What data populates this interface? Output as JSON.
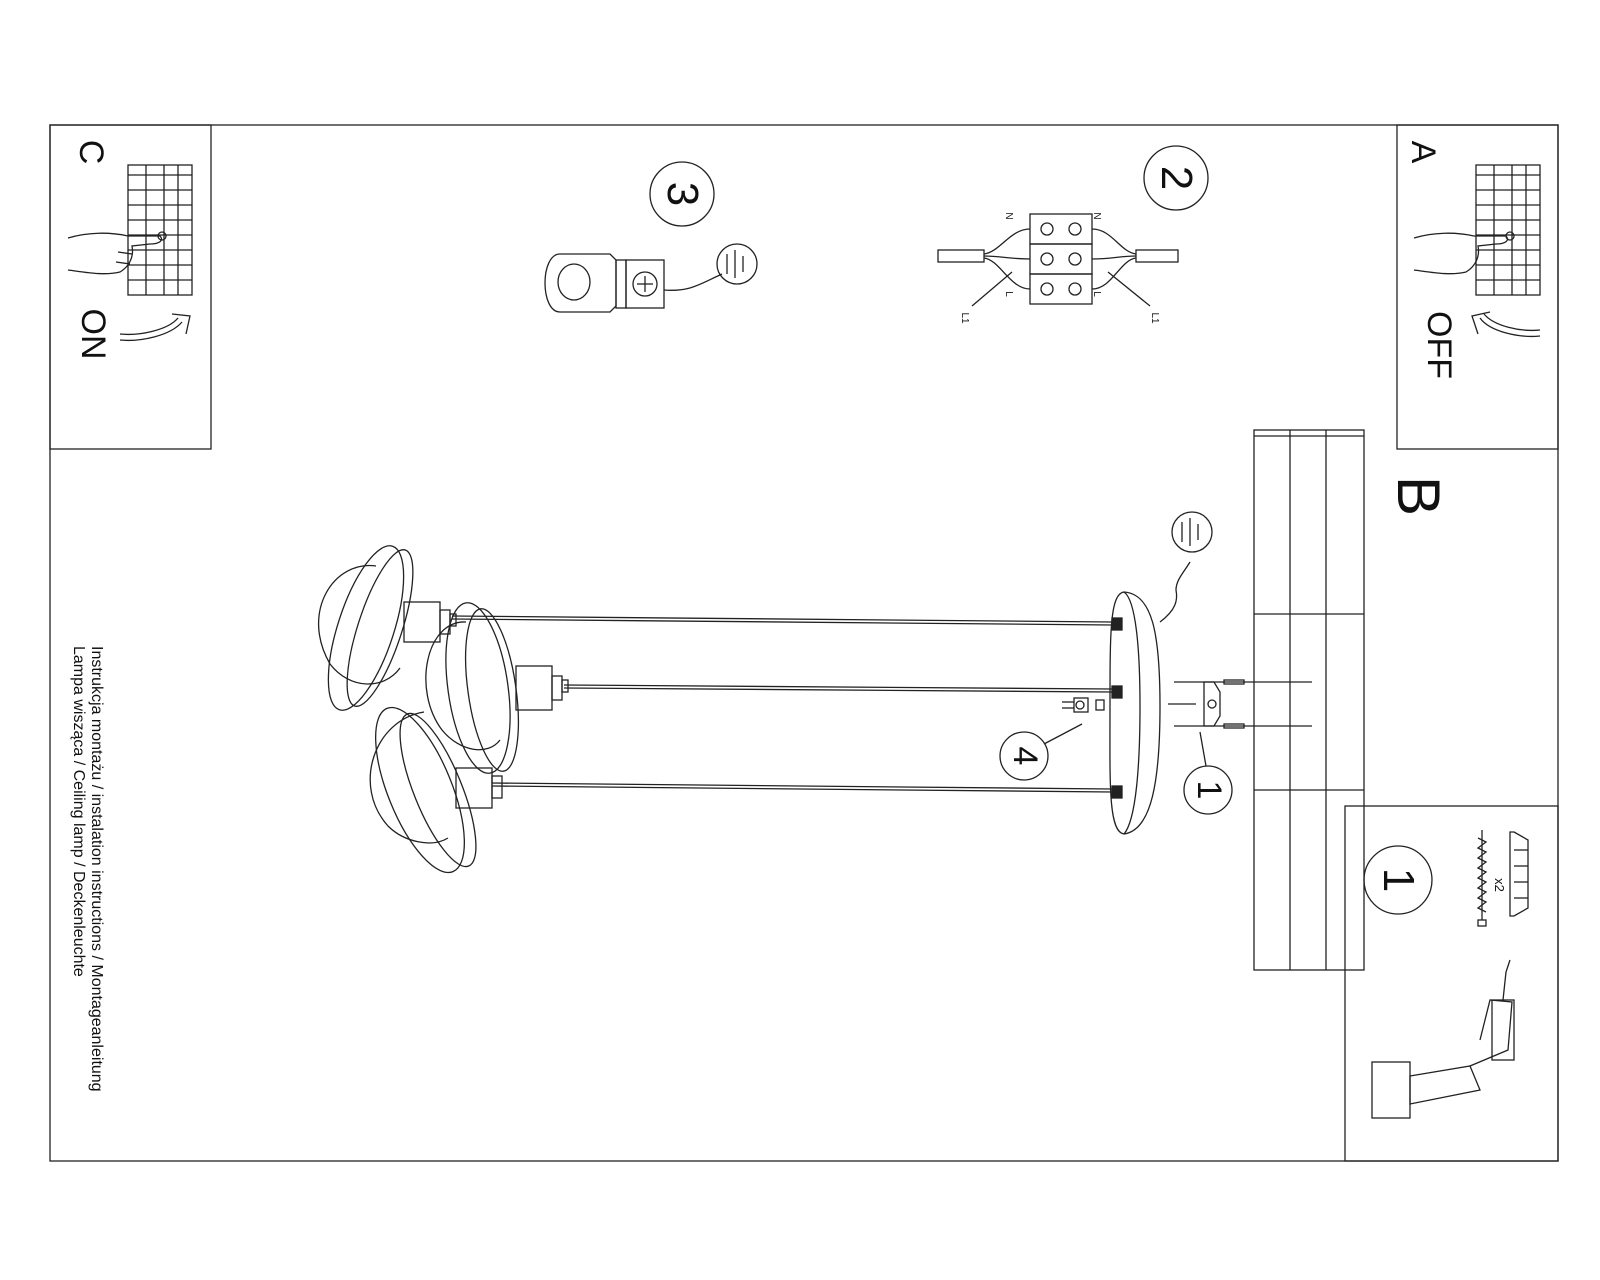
{
  "panels": {
    "a": {
      "letter": "A",
      "state": "OFF"
    },
    "b": {
      "letter": "B"
    },
    "c": {
      "letter": "C",
      "state": "ON"
    }
  },
  "steps": {
    "s1": "1",
    "s2": "2",
    "s3": "3",
    "s4": "4",
    "kit": "1"
  },
  "wiring": {
    "n": "N",
    "l": "L",
    "l1": "L1"
  },
  "kit": {
    "qty": "x2"
  },
  "caption": {
    "line1": "Instrukcja montażu / instalation instructions / Montageanleitung",
    "line2": "Lampa wisząca / Ceiling lamp / Deckenleuchte"
  },
  "icons": [
    "ground-symbol-icon",
    "hand-icon",
    "arrow-icon",
    "drill-icon",
    "breaker-panel-icon"
  ]
}
